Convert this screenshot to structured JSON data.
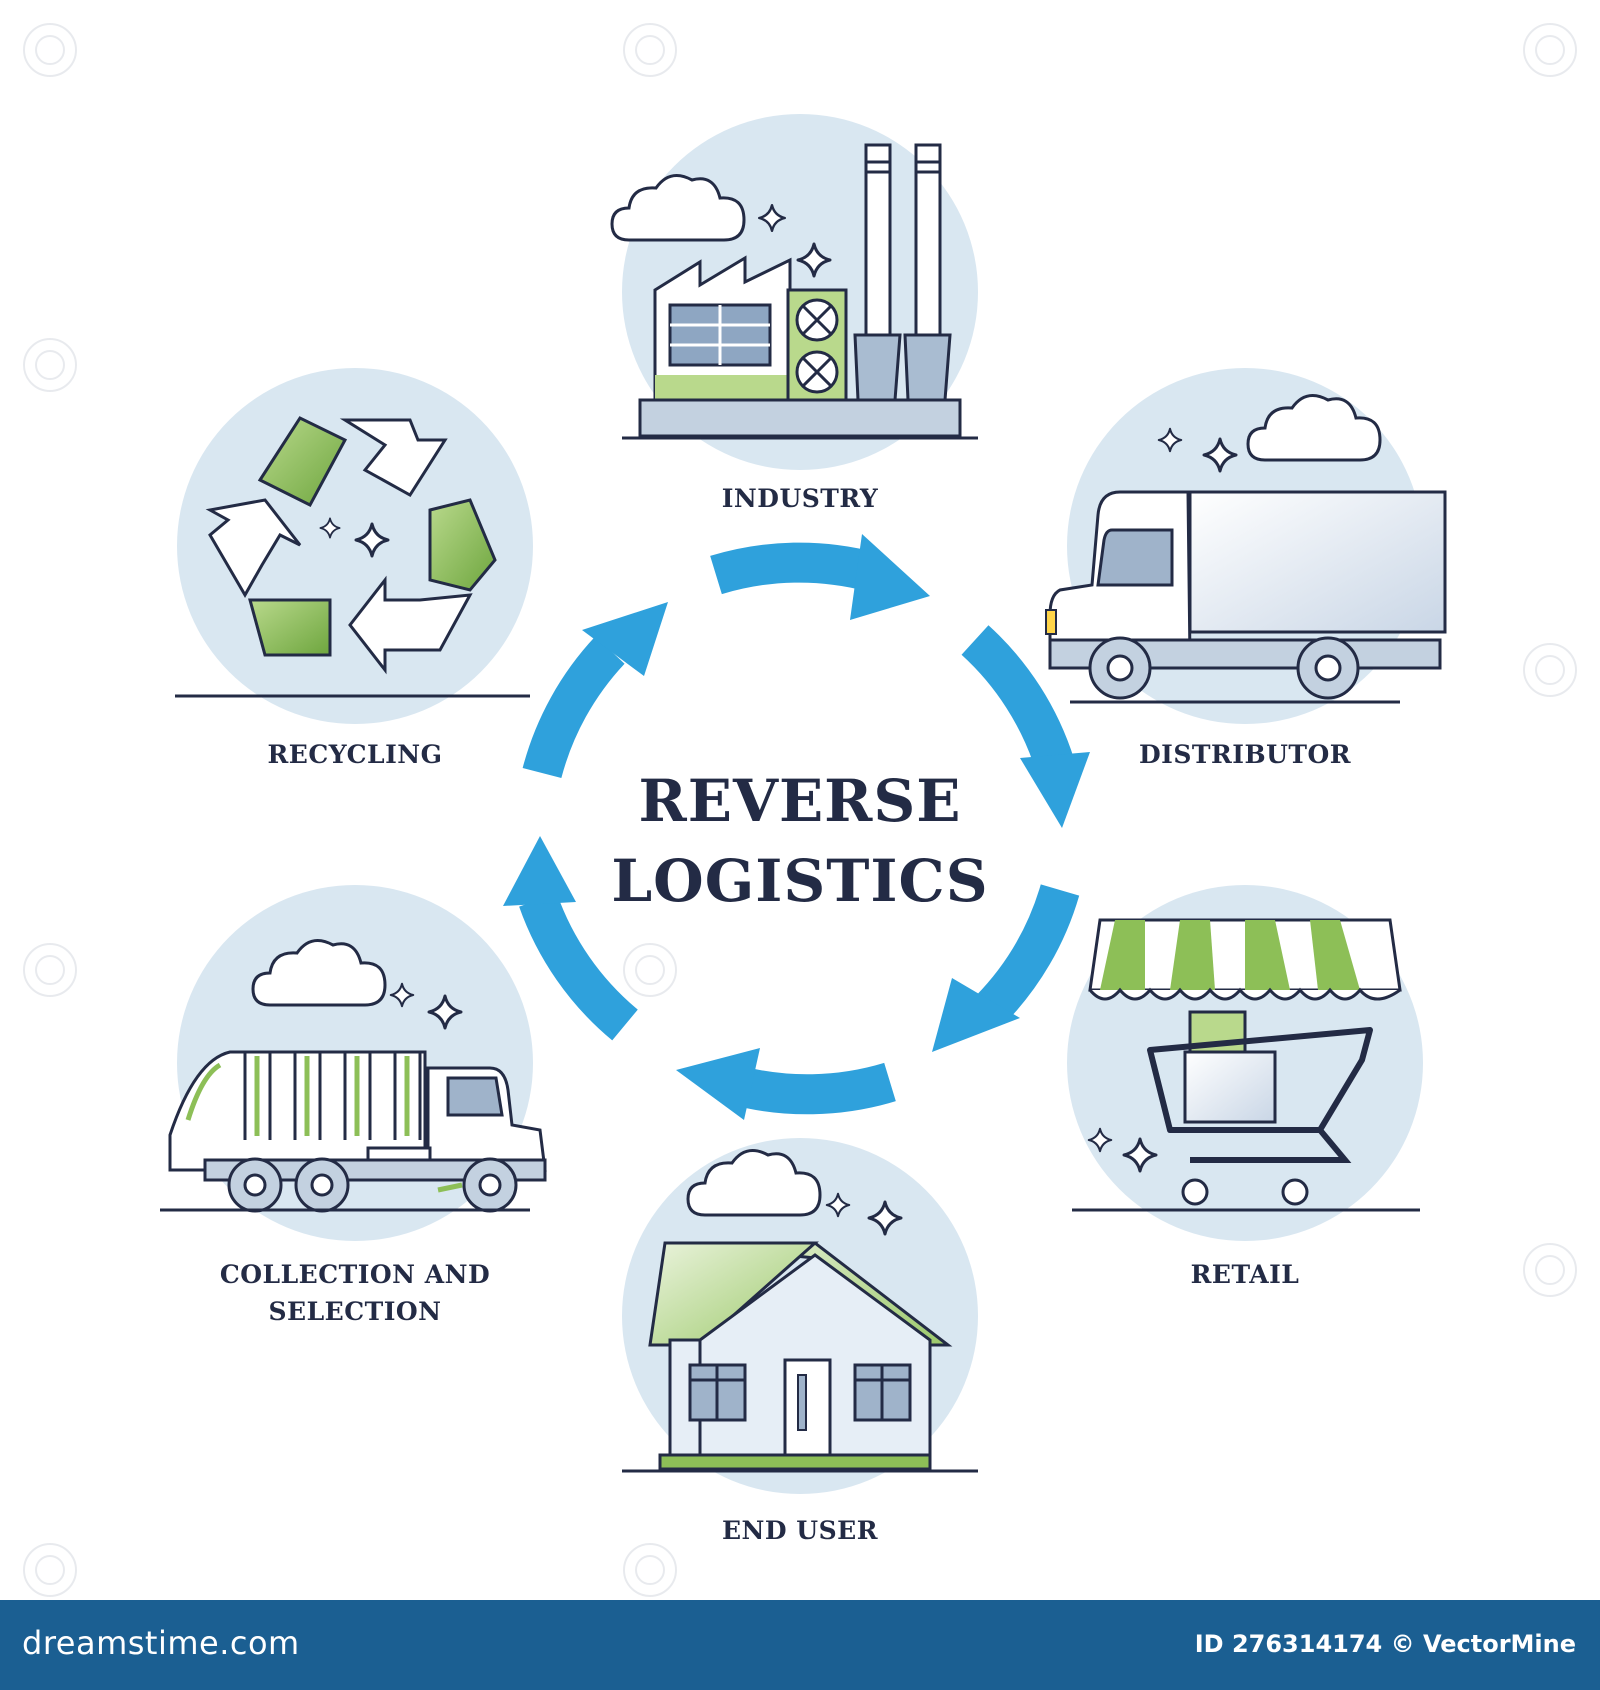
{
  "diagram": {
    "title_line1": "REVERSE",
    "title_line2": "LOGISTICS",
    "stages": [
      {
        "label": "INDUSTRY",
        "icon": "factory-icon"
      },
      {
        "label": "DISTRIBUTOR",
        "icon": "delivery-truck-icon"
      },
      {
        "label": "RETAIL",
        "icon": "shopping-cart-icon"
      },
      {
        "label": "END USER",
        "icon": "house-icon"
      },
      {
        "label": "COLLECTION AND",
        "label_line2": "SELECTION",
        "icon": "garbage-truck-icon"
      },
      {
        "label": "RECYCLING",
        "icon": "recycle-icon"
      }
    ],
    "colors": {
      "arrow": "#2fa1dc",
      "circle": "#d9e7f1",
      "green": "#8dbf57",
      "ink": "#232b45"
    }
  },
  "footer": {
    "brand": "dreamstime.com",
    "id_text": "ID 276314174 © VectorMine"
  }
}
